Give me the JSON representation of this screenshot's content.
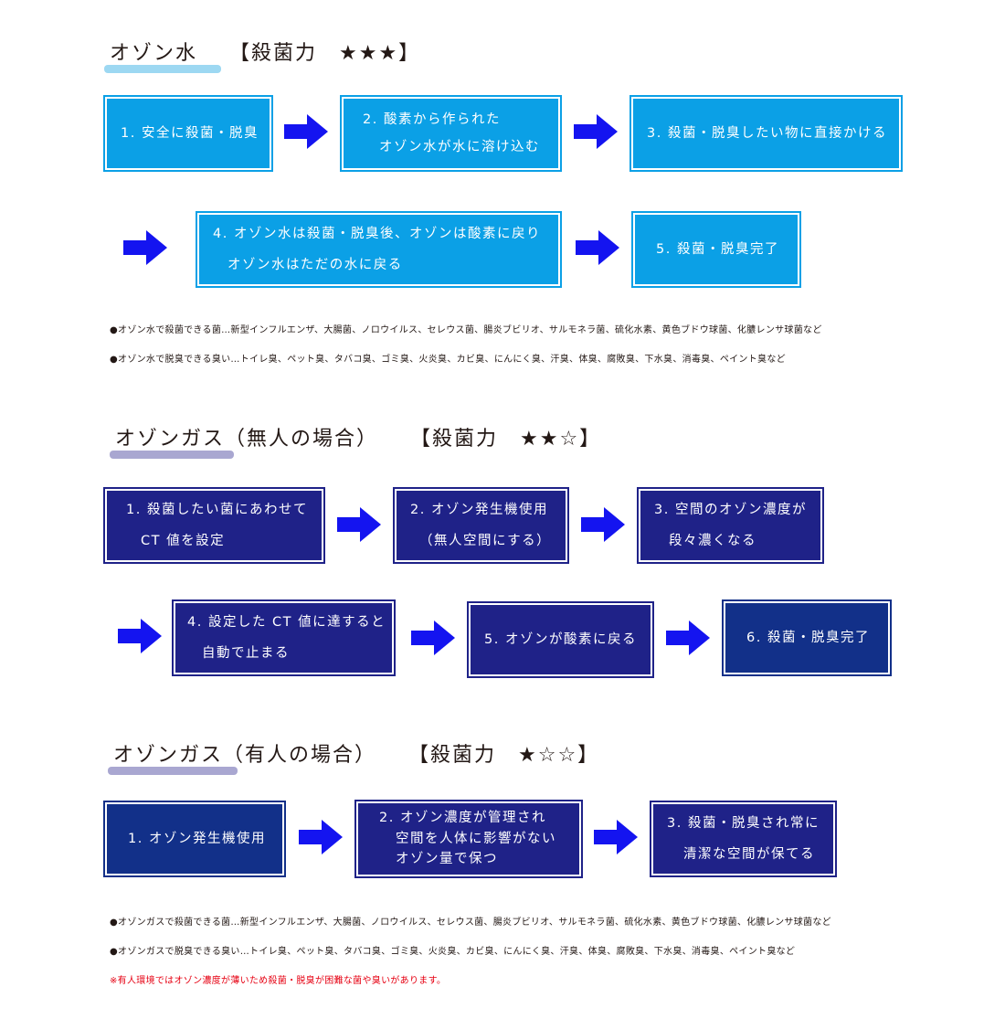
{
  "sections": [
    {
      "title": "オゾン水",
      "power": "【殺菌力　★★★】",
      "brush_color": "#9dd8f2",
      "steps": [
        {
          "lines": [
            "1. 安全に殺菌・脱臭"
          ]
        },
        {
          "lines": [
            "2. 酸素から作られた",
            "オゾン水が水に溶け込む"
          ]
        },
        {
          "lines": [
            "3. 殺菌・脱臭したい物に直接かける"
          ]
        },
        {
          "lines": [
            "4. オゾン水は殺菌・脱臭後、オゾンは酸素に戻り",
            "オゾン水はただの水に戻る"
          ]
        },
        {
          "lines": [
            "5. 殺菌・脱臭完了"
          ]
        }
      ],
      "notes": [
        "●オゾン水で殺菌できる菌…新型インフルエンザ、大腸菌、ノロウイルス、セレウス菌、腸炎ブビリオ、サルモネラ菌、硫化水素、黄色ブドウ球菌、化膿レンサ球菌など",
        "●オゾン水で脱臭できる臭い…トイレ臭、ペット臭、タバコ臭、ゴミ臭、火炎臭、カビ臭、にんにく臭、汗臭、体臭、腐敗臭、下水臭、消毒臭、ペイント臭など"
      ]
    },
    {
      "title": "オゾンガス（無人の場合）",
      "power": "【殺菌力　★★☆】",
      "brush_color": "#a9a7d1",
      "steps": [
        {
          "lines": [
            "1. 殺菌したい菌にあわせて",
            "CT 値を設定"
          ]
        },
        {
          "lines": [
            "2. オゾン発生機使用",
            "（無人空間にする）"
          ]
        },
        {
          "lines": [
            "3. 空間のオゾン濃度が",
            "段々濃くなる"
          ]
        },
        {
          "lines": [
            "4. 設定した CT 値に達すると",
            "自動で止まる"
          ]
        },
        {
          "lines": [
            "5. オゾンが酸素に戻る"
          ]
        },
        {
          "lines": [
            "6. 殺菌・脱臭完了"
          ]
        }
      ]
    },
    {
      "title": "オゾンガス（有人の場合）",
      "power": "【殺菌力　★☆☆】",
      "brush_color": "#a9a7d1",
      "steps": [
        {
          "lines": [
            "1. オゾン発生機使用"
          ]
        },
        {
          "lines": [
            "2. オゾン濃度が管理され",
            "空間を人体に影響がない",
            "オゾン量で保つ"
          ]
        },
        {
          "lines": [
            "3. 殺菌・脱臭され常に",
            "清潔な空間が保てる"
          ]
        }
      ],
      "notes": [
        "●オゾンガスで殺菌できる菌…新型インフルエンザ、大腸菌、ノロウイルス、セレウス菌、腸炎ブビリオ、サルモネラ菌、硫化水素、黄色ブドウ球菌、化膿レンサ球菌など",
        "●オゾンガスで脱臭できる臭い…トイレ臭、ペット臭、タバコ臭、ゴミ臭、火炎臭、カビ臭、にんにく臭、汗臭、体臭、腐敗臭、下水臭、消毒臭、ペイント臭など"
      ],
      "warning": "※有人環境ではオゾン濃度が薄いため殺菌・脱臭が困難な菌や臭いがあります。"
    }
  ],
  "colors": {
    "arrow": "#1414f0",
    "box_light": "#0ba0e6",
    "box_navy": "#1f2288",
    "box_navy_dark": "#123089",
    "warning": "#e60012"
  }
}
